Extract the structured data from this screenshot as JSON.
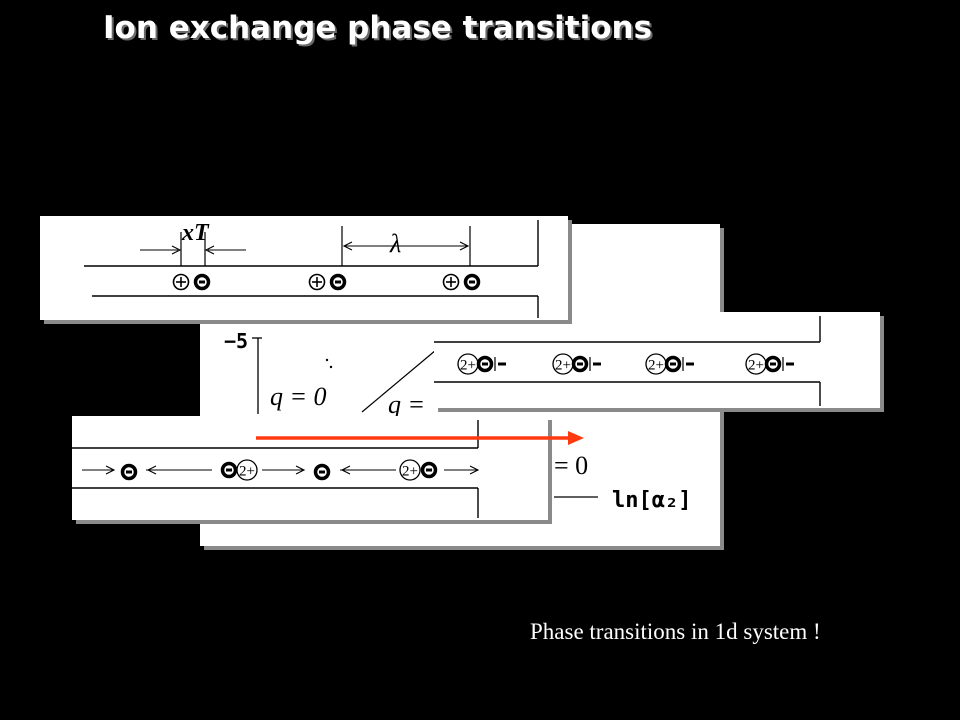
{
  "slide": {
    "title": "Ion exchange phase transitions",
    "caption": "Phase transitions in 1d system !"
  },
  "panels": {
    "top": {
      "dimension_labels": [
        "xT",
        "λ"
      ],
      "pair_count": 3
    },
    "back_plot": {
      "tick_label": "−5",
      "phase_label_left": "q = 0",
      "phase_label_mid": "q =",
      "phase_label_right": "= 0",
      "axis_label": "ln[α₂]"
    },
    "right": {
      "ion_label": "2+",
      "pair_count": 4
    },
    "front": {
      "ion_label": "2+"
    }
  },
  "colors": {
    "background": "#000000",
    "panel": "#ffffff",
    "ink": "#000000",
    "shadow": "#8a8a8a",
    "arrow": "#ff3a10"
  }
}
